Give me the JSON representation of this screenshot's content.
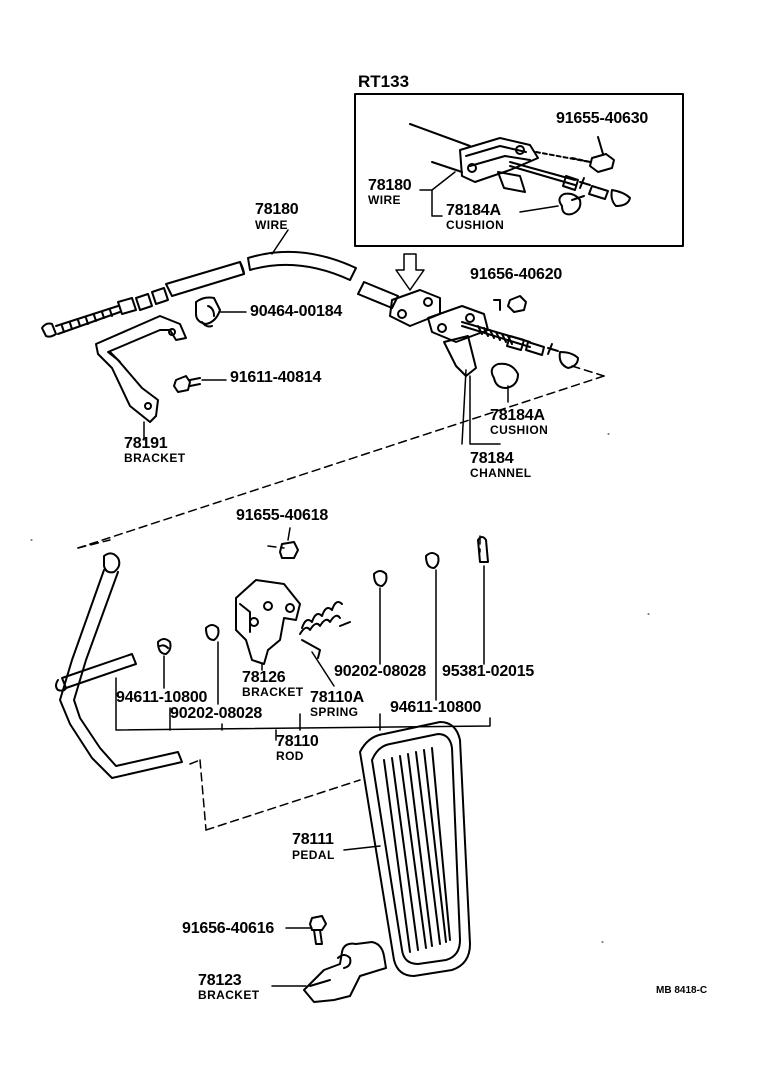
{
  "inset": {
    "title": "RT133"
  },
  "parts": [
    {
      "id": "p1",
      "number": "91655-40630",
      "name": ""
    },
    {
      "id": "p2",
      "number": "78180",
      "name": "WIRE"
    },
    {
      "id": "p3",
      "number": "78184A",
      "name": "CUSHION"
    },
    {
      "id": "p4",
      "number": "78180",
      "name": "WIRE"
    },
    {
      "id": "p5",
      "number": "91656-40620",
      "name": ""
    },
    {
      "id": "p6",
      "number": "90464-00184",
      "name": ""
    },
    {
      "id": "p7",
      "number": "91611-40814",
      "name": ""
    },
    {
      "id": "p8",
      "number": "78184A",
      "name": "CUSHION"
    },
    {
      "id": "p9",
      "number": "78184",
      "name": "CHANNEL"
    },
    {
      "id": "p10",
      "number": "78191",
      "name": "BRACKET"
    },
    {
      "id": "p11",
      "number": "91655-40618",
      "name": ""
    },
    {
      "id": "p12",
      "number": "94611-10800",
      "name": ""
    },
    {
      "id": "p13",
      "number": "90202-08028",
      "name": ""
    },
    {
      "id": "p14",
      "number": "78126",
      "name": "BRACKET"
    },
    {
      "id": "p15",
      "number": "78110A",
      "name": "SPRING"
    },
    {
      "id": "p16",
      "number": "90202-08028",
      "name": ""
    },
    {
      "id": "p17",
      "number": "95381-02015",
      "name": ""
    },
    {
      "id": "p18",
      "number": "94611-10800",
      "name": ""
    },
    {
      "id": "p19",
      "number": "78110",
      "name": "ROD"
    },
    {
      "id": "p20",
      "number": "78111",
      "name": "PEDAL"
    },
    {
      "id": "p21",
      "number": "91656-40616",
      "name": ""
    },
    {
      "id": "p22",
      "number": "78123",
      "name": "BRACKET"
    }
  ],
  "diagram_code": "MB 8418-C"
}
